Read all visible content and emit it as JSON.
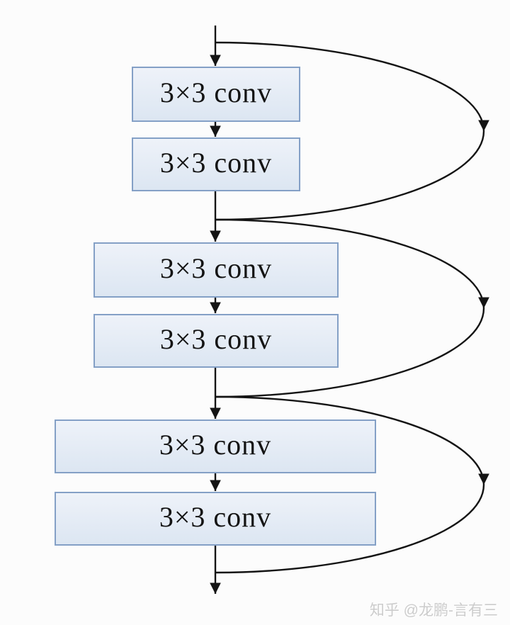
{
  "page": {
    "background": "#fcfcfc"
  },
  "diagram": {
    "type": "flowchart",
    "description": "Stack of three residual blocks; each block contains two 3x3 conv layers with an identity skip connection arching around the pair, arrowheads on the main flow and at the apex of each skip arc",
    "layers": [
      {
        "label": "3×3 conv"
      },
      {
        "label": "3×3 conv"
      },
      {
        "label": "3×3 conv"
      },
      {
        "label": "3×3 conv"
      },
      {
        "label": "3×3 conv"
      },
      {
        "label": "3×3 conv"
      }
    ],
    "skip_connections": [
      {
        "from": "input",
        "to": "after-layer-2"
      },
      {
        "from": "after-layer-2",
        "to": "after-layer-4"
      },
      {
        "from": "after-layer-4",
        "to": "after-layer-6"
      }
    ],
    "colors": {
      "box_fill_top": "#eef2f9",
      "box_fill_bottom": "#dce6f2",
      "box_border": "#84a0c6",
      "line": "#141414",
      "background": "#fcfcfc",
      "watermark": "#cccccc"
    }
  },
  "watermark": {
    "text": "知乎 @龙鹏-言有三"
  }
}
